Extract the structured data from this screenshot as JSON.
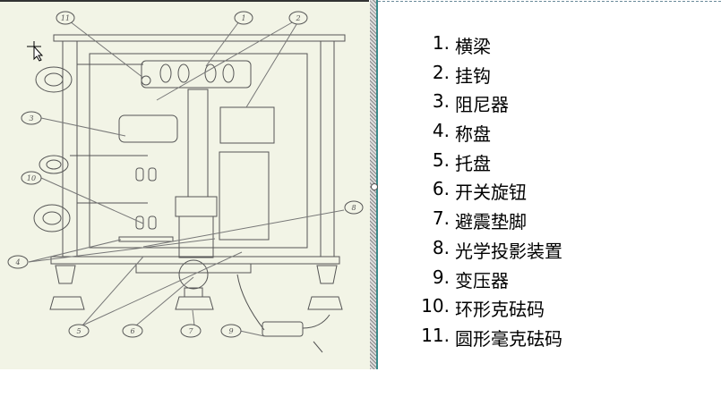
{
  "figure": {
    "callouts": [
      "11",
      "1",
      "2",
      "3",
      "10",
      "8",
      "4",
      "5",
      "6",
      "7",
      "9"
    ]
  },
  "parts": [
    {
      "num": "1.",
      "label": "横梁"
    },
    {
      "num": "2.",
      "label": "挂钩"
    },
    {
      "num": "3.",
      "label": "阻尼器"
    },
    {
      "num": "4.",
      "label": "称盘"
    },
    {
      "num": "5.",
      "label": "托盘"
    },
    {
      "num": "6.",
      "label": "开关旋钮"
    },
    {
      "num": "7.",
      "label": "避震垫脚"
    },
    {
      "num": "8.",
      "label": "光学投影装置"
    },
    {
      "num": "9.",
      "label": "变压器"
    },
    {
      "num": "10.",
      "label": "环形克砝码"
    },
    {
      "num": "11.",
      "label": "圆形毫克砝码"
    }
  ]
}
